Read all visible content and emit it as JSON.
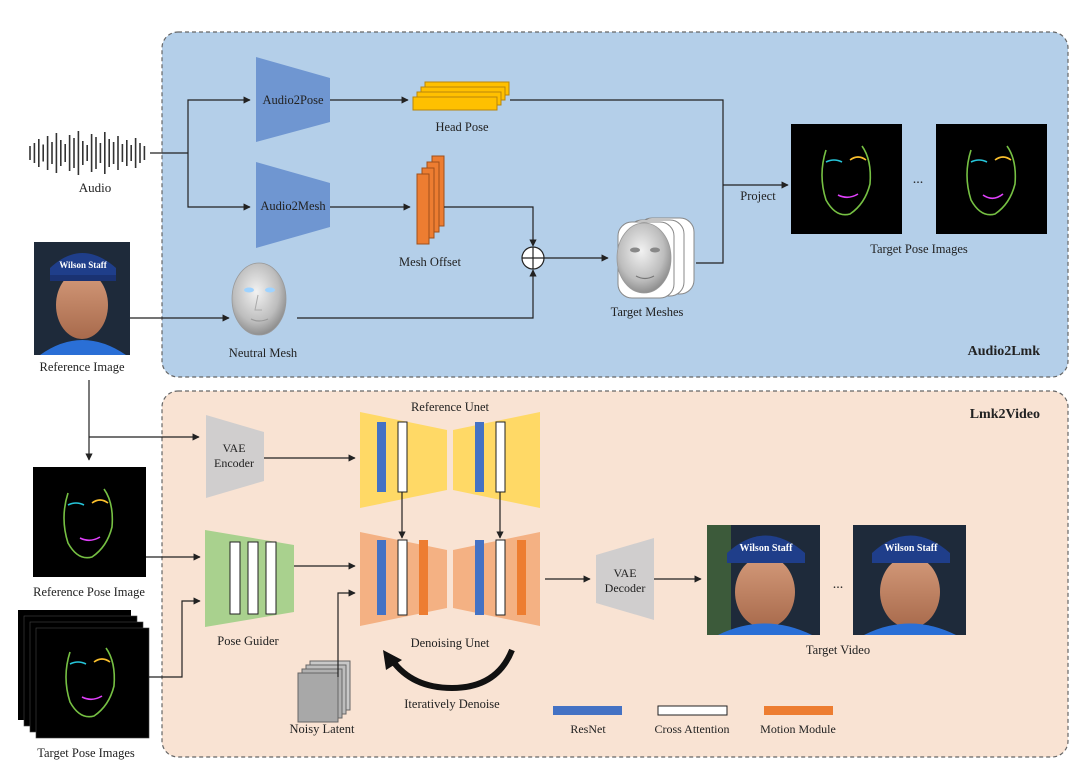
{
  "audio2lmk": {
    "section_title": "Audio2Lmk",
    "audio_label": "Audio",
    "audio2pose": "Audio2Pose",
    "audio2mesh": "Audio2Mesh",
    "head_pose": "Head Pose",
    "mesh_offset": "Mesh Offset",
    "neutral_mesh": "Neutral Mesh",
    "target_meshes": "Target Meshes",
    "project": "Project",
    "target_pose_images": "Target Pose Images",
    "ellipsis": "..."
  },
  "reference_image_label": "Reference Image",
  "lmk2video": {
    "section_title": "Lmk2Video",
    "reference_unet": "Reference Unet",
    "vae_encoder_line1": "VAE",
    "vae_encoder_line2": "Encoder",
    "vae_decoder_line1": "VAE",
    "vae_decoder_line2": "Decoder",
    "pose_guider": "Pose Guider",
    "denoising_unet": "Denoising Unet",
    "iteratively_denoise": "Iteratively Denoise",
    "noisy_latent": "Noisy Latent",
    "reference_pose_image": "Reference Pose Image",
    "target_pose_images": "Target Pose Images",
    "target_video": "Target Video",
    "ellipsis": "..."
  },
  "legend": {
    "resnet": "ResNet",
    "cross_attention": "Cross Attention",
    "motion_module": "Motion Module"
  },
  "colors": {
    "top_panel": "#b4cfe9",
    "bottom_panel": "#f9e3d3",
    "audio2_block": "#6f96d1",
    "head_pose": "#ffc000",
    "mesh_offset": "#ed7d31",
    "reference_unet": "#ffd966",
    "denoising_unet": "#f4b183",
    "vae": "#d0cece",
    "pose_guider": "#a9d18e",
    "resnet": "#4472c4",
    "motion_module": "#ed7d31"
  }
}
